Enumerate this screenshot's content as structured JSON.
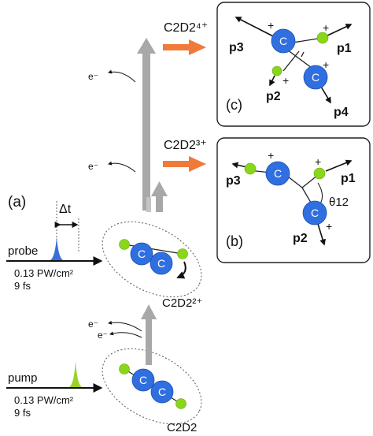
{
  "panel_labels": {
    "a": "(a)",
    "b": "(b)",
    "c": "(c)"
  },
  "pulses": {
    "probe": {
      "label": "probe",
      "intensity": "0.13 PW/cm²",
      "duration": "9 fs",
      "color": "#3a6fd8"
    },
    "pump": {
      "label": "pump",
      "intensity": "0.13 PW/cm²",
      "duration": "9 fs",
      "color": "#9ad12a"
    },
    "delay_label": "Δt"
  },
  "molecule": {
    "carbon_label": "C"
  },
  "species": {
    "neutral": "C2D2",
    "dication": "C2D2²⁺",
    "trication": "C2D2³⁺",
    "tetracation": "C2D2⁴⁺"
  },
  "electron_label": "e⁻",
  "fragments": {
    "p1": "p1",
    "p2": "p2",
    "p3": "p3",
    "p4": "p4",
    "theta": "θ12",
    "charge": "+"
  },
  "colors": {
    "carbon": "#2f6fe0",
    "deuterium": "#8ad61a",
    "arrow_gray": "#a8a8a8",
    "arrow_orange": "#ef7a3a"
  }
}
